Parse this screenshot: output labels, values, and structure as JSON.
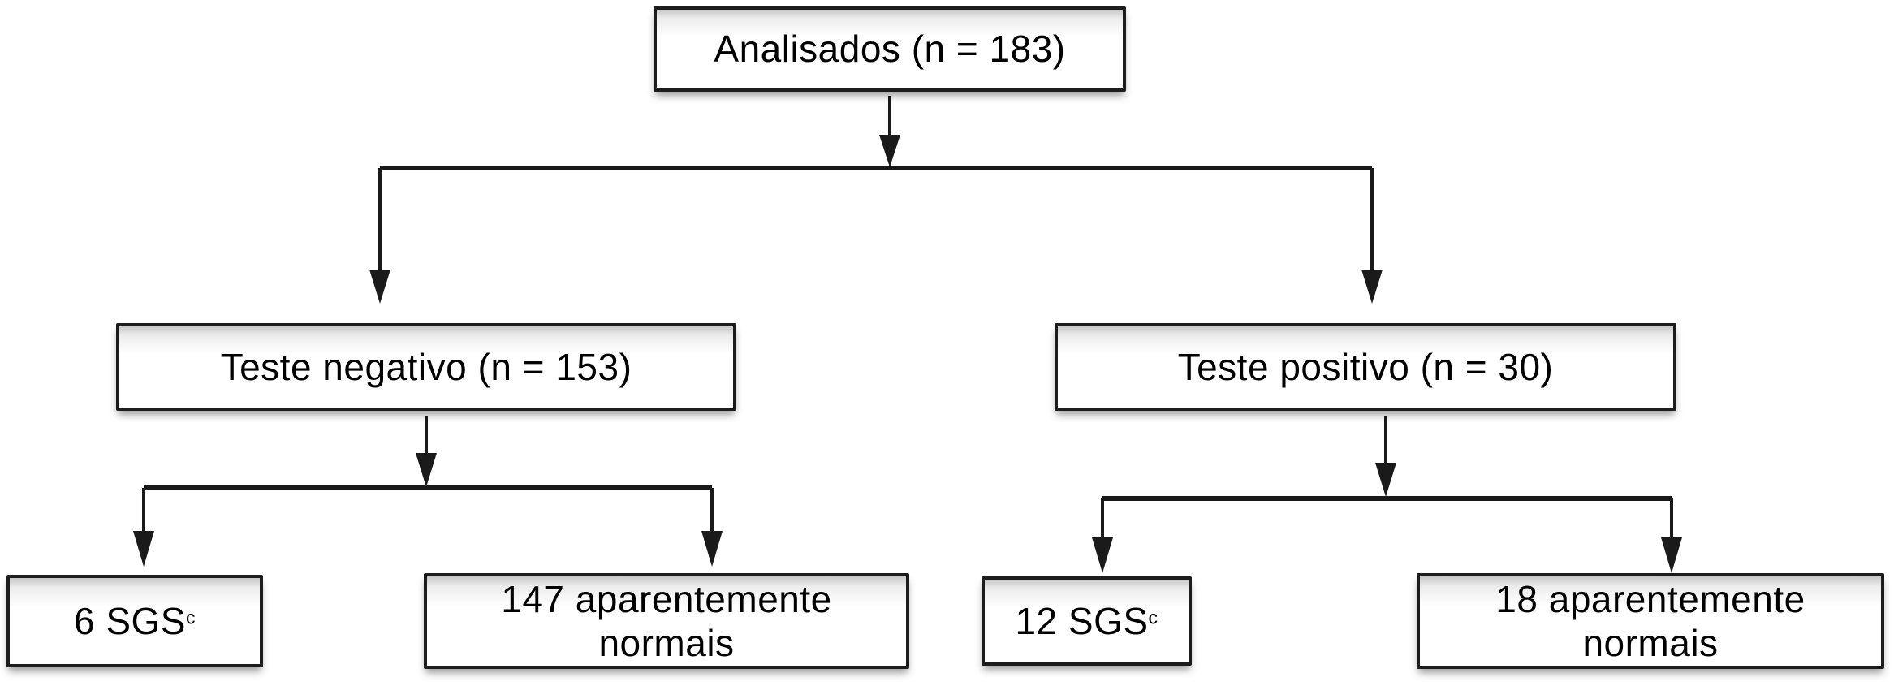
{
  "figure": {
    "type": "flowchart",
    "language": "pt",
    "background": "#ffffff",
    "colors": {
      "box_border": "#1d1d1d",
      "box_fill": "#ffffff",
      "line": "#1a1a1a",
      "text": "#000000"
    },
    "nodes": {
      "root": {
        "label": "Analisados (n = 183)"
      },
      "test_negative": {
        "label": "Teste negativo (n = 153)"
      },
      "test_positive": {
        "label": "Teste positivo (n = 30)"
      },
      "negative_sgs": {
        "label": "6 SGS",
        "superscript": "c"
      },
      "negative_normal": {
        "label": "147 aparentemente normais"
      },
      "positive_sgs": {
        "label": "12 SGS",
        "superscript": "c"
      },
      "positive_normal": {
        "label": "18 aparentemente normais"
      }
    },
    "edges": [
      {
        "from": "root",
        "to": "test_negative"
      },
      {
        "from": "root",
        "to": "test_positive"
      },
      {
        "from": "test_negative",
        "to": "negative_sgs"
      },
      {
        "from": "test_negative",
        "to": "negative_normal"
      },
      {
        "from": "test_positive",
        "to": "positive_sgs"
      },
      {
        "from": "test_positive",
        "to": "positive_normal"
      }
    ]
  }
}
